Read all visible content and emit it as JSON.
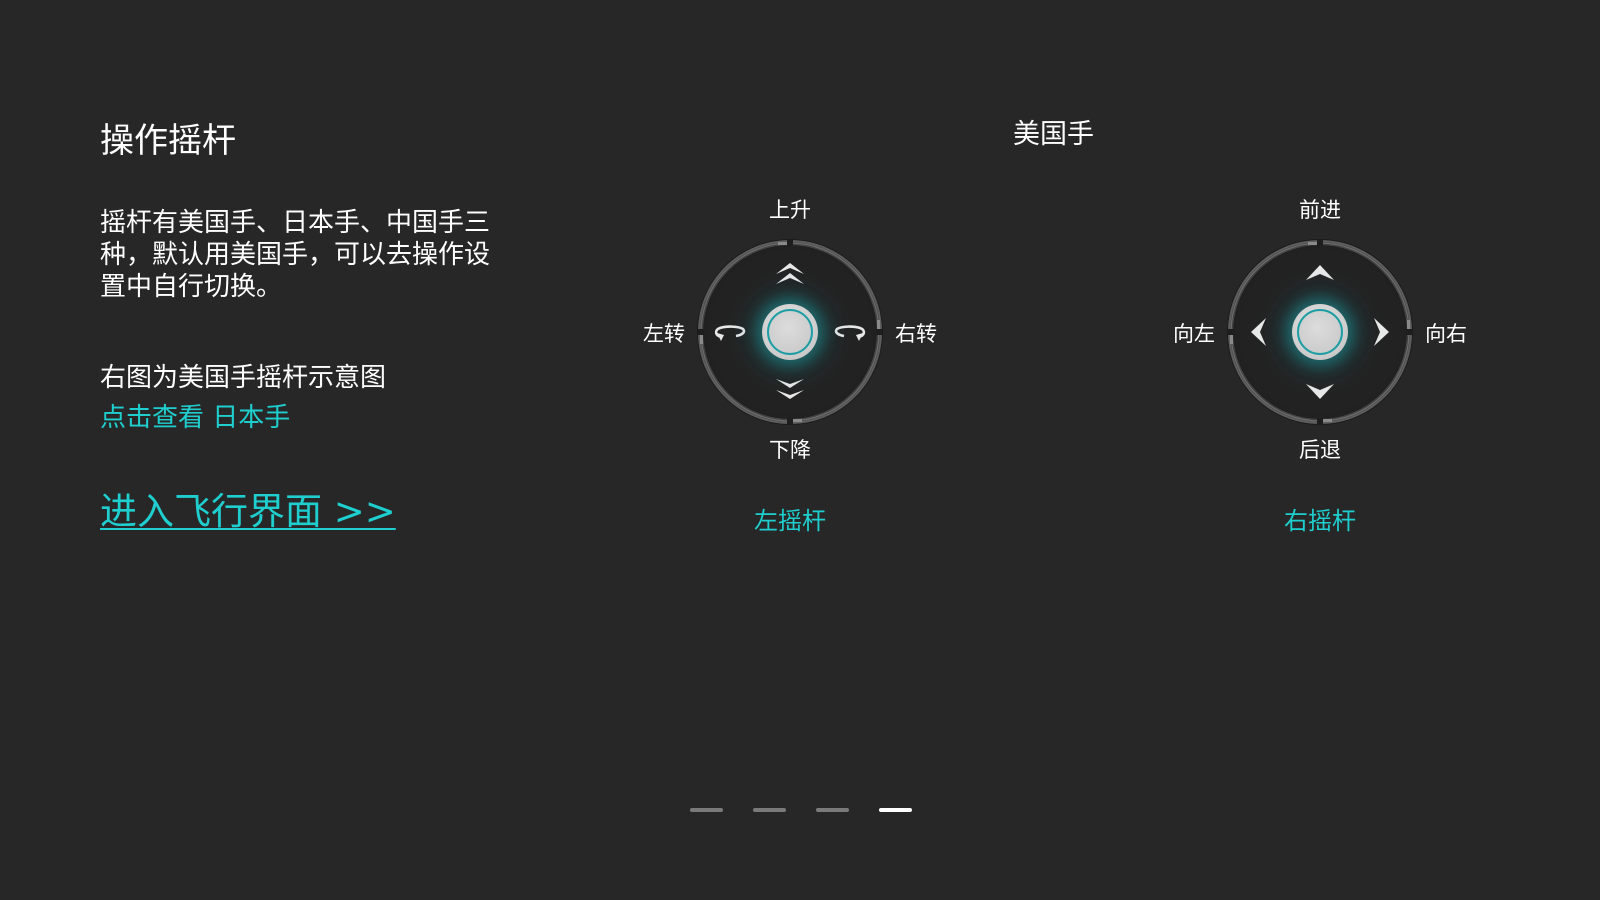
{
  "left_panel": {
    "title": "操作摇杆",
    "description": "摇杆有美国手、日本手、中国手三种，默认用美国手，可以去操作设置中自行切换。",
    "note": "右图为美国手摇杆示意图",
    "view_link": "点击查看 日本手",
    "enter_link": "进入飞行界面 >>"
  },
  "mode_title": "美国手",
  "sticks": {
    "left": {
      "name": "左摇杆",
      "top": "上升",
      "bottom": "下降",
      "left": "左转",
      "right": "右转",
      "icons": {
        "top": "double-chevron-up-icon",
        "bottom": "double-chevron-down-icon",
        "left": "rotate-left-icon",
        "right": "rotate-right-icon"
      }
    },
    "right": {
      "name": "右摇杆",
      "top": "前进",
      "bottom": "后退",
      "left": "向左",
      "right": "向右",
      "icons": {
        "top": "chevron-up-icon",
        "bottom": "chevron-down-icon",
        "left": "chevron-left-icon",
        "right": "chevron-right-icon"
      }
    }
  },
  "pager": {
    "count": 4,
    "active_index": 3
  },
  "colors": {
    "background": "#272727",
    "accent": "#1fcfcf",
    "knob_glow": "#1e9ea4",
    "pager_inactive": "#7a7a7a",
    "pager_active": "#ffffff"
  }
}
